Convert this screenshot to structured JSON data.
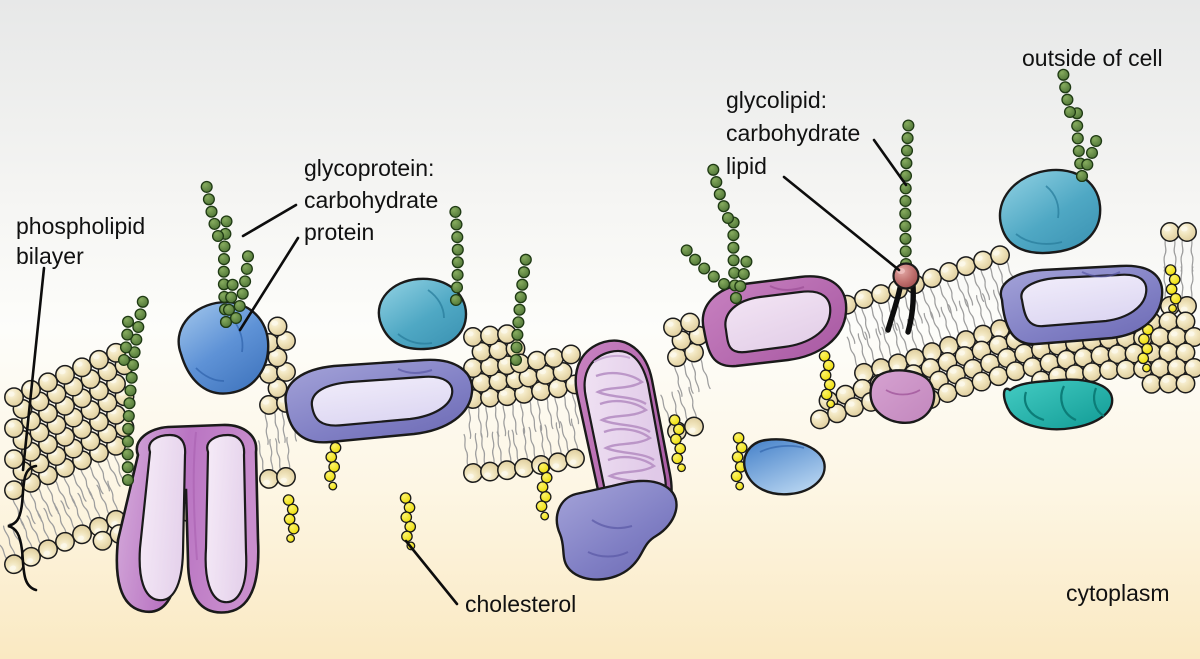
{
  "figure": {
    "title": "Fluid mosaic model of the plasma membrane",
    "background": {
      "top_color": "#e9eaea",
      "mid_color": "#fdfdfb",
      "bottom_color": "#fbedc8"
    }
  },
  "labels": {
    "outside_of_cell": "outside of cell",
    "cytoplasm": "cytoplasm",
    "cholesterol": "cholesterol",
    "phospholipid_bilayer_line1": "phospholipid",
    "phospholipid_bilayer_line2": "bilayer",
    "glycoprotein_line1": "glycoprotein:",
    "glycoprotein_line2": "carbohydrate",
    "glycoprotein_line3": "protein",
    "glycolipid_line1": "glycolipid:",
    "glycolipid_line2": "carbohydrate",
    "glycolipid_line3": "lipid"
  },
  "colors": {
    "lipid_head_fill": "#ece0b4",
    "lipid_head_highlight": "#faf4de",
    "lipid_tail": "#d9d9d9",
    "cholesterol": "#f2e312",
    "carbohydrate": "#5f8c43",
    "glycolipid_head": "#b8595b",
    "protein_blue": "#5b8fd4",
    "protein_teal": "#4fa8c4",
    "protein_cyan": "#1fb3ab",
    "protein_purple": "#8b8cc8",
    "protein_violet": "#7a71bd",
    "protein_magenta": "#bf6fb4",
    "protein_pink": "#c8a0cc",
    "protein_lavender": "#e8d8ee",
    "outline": "#1a1a1a",
    "text": "#111111"
  },
  "components": [
    {
      "name": "phospholipid-bilayer",
      "description": "Two leaflets of phospholipids with tan spherical head groups and grey fatty-acid tails"
    },
    {
      "name": "cholesterol",
      "description": "Yellow bead clusters wedged between phospholipid tails",
      "count": 8
    },
    {
      "name": "glycoprotein",
      "description": "Integral protein with branched green carbohydrate chain on the extracellular face",
      "count": 4
    },
    {
      "name": "glycolipid",
      "description": "Lipid with maroon head, black tails and a green carbohydrate chain",
      "count": 1
    },
    {
      "name": "integral-protein",
      "description": "Proteins spanning the bilayer",
      "count": 6
    },
    {
      "name": "peripheral-protein",
      "description": "Proteins attached to one face of the bilayer",
      "count": 3
    },
    {
      "name": "channel-protein",
      "description": "Pore-forming protein on the left of the membrane",
      "count": 1
    },
    {
      "name": "alpha-helix-protein",
      "description": "Protein drawn with coiled alpha helices",
      "count": 1
    }
  ]
}
